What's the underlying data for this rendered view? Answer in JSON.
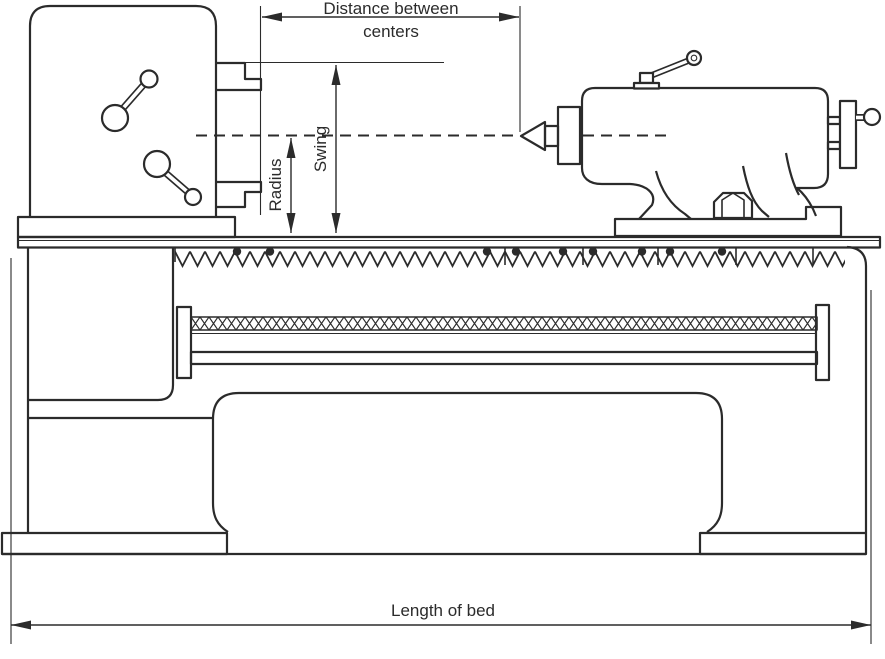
{
  "colors": {
    "ink": "#2b2b2b",
    "paper": "#ffffff"
  },
  "labels": {
    "distance_between_line1": "Distance between",
    "distance_between_line2": "centers",
    "swing": "Swing",
    "radius": "Radius",
    "length_of_bed": "Length of bed"
  }
}
